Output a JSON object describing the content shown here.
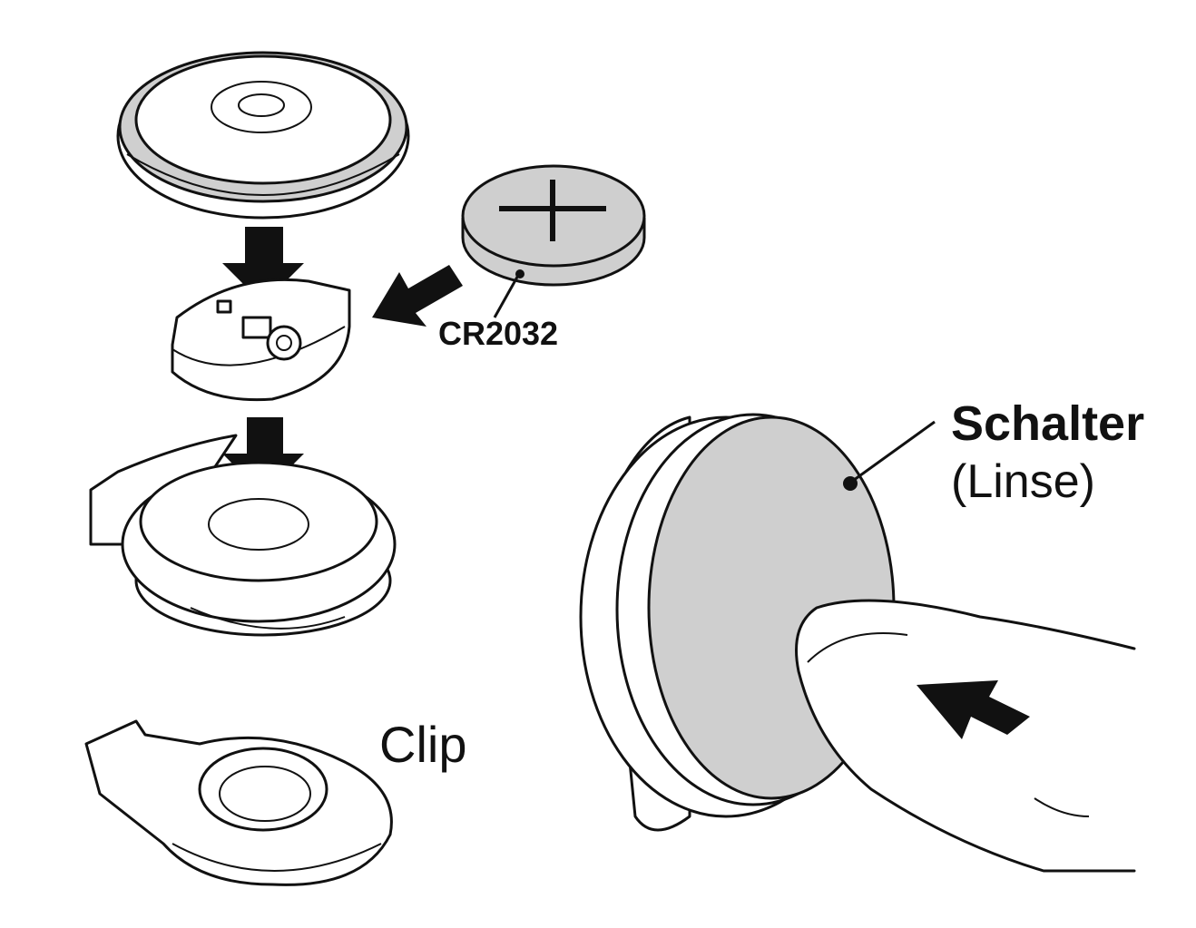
{
  "labels": {
    "battery": "CR2032",
    "switch": "Schalter",
    "switch_sub": "(Linse)",
    "clip": "Clip"
  },
  "colors": {
    "line": "#111111",
    "fill_grey": "#cfcfcf",
    "background": "#ffffff"
  }
}
